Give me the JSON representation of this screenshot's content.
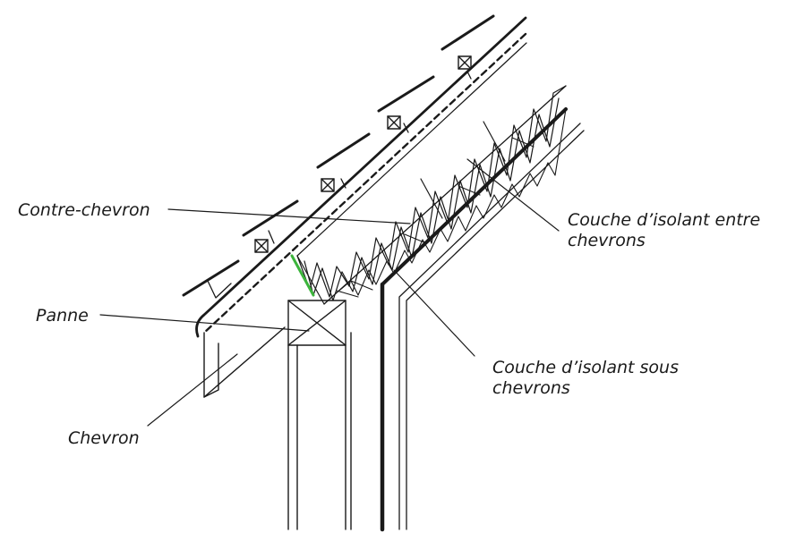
{
  "labels": {
    "contre_chevron": "Contre-chevron",
    "panne": "Panne",
    "chevron": "Chevron",
    "isolant_entre_line1": "Couche d’isolant entre",
    "isolant_entre_line2": "chevrons",
    "isolant_sous_line1": "Couche d’isolant sous",
    "isolant_sous_line2": "chevrons"
  },
  "colors": {
    "line": "#1a1a1a",
    "accent": "#3cb43c",
    "background": "#ffffff"
  }
}
